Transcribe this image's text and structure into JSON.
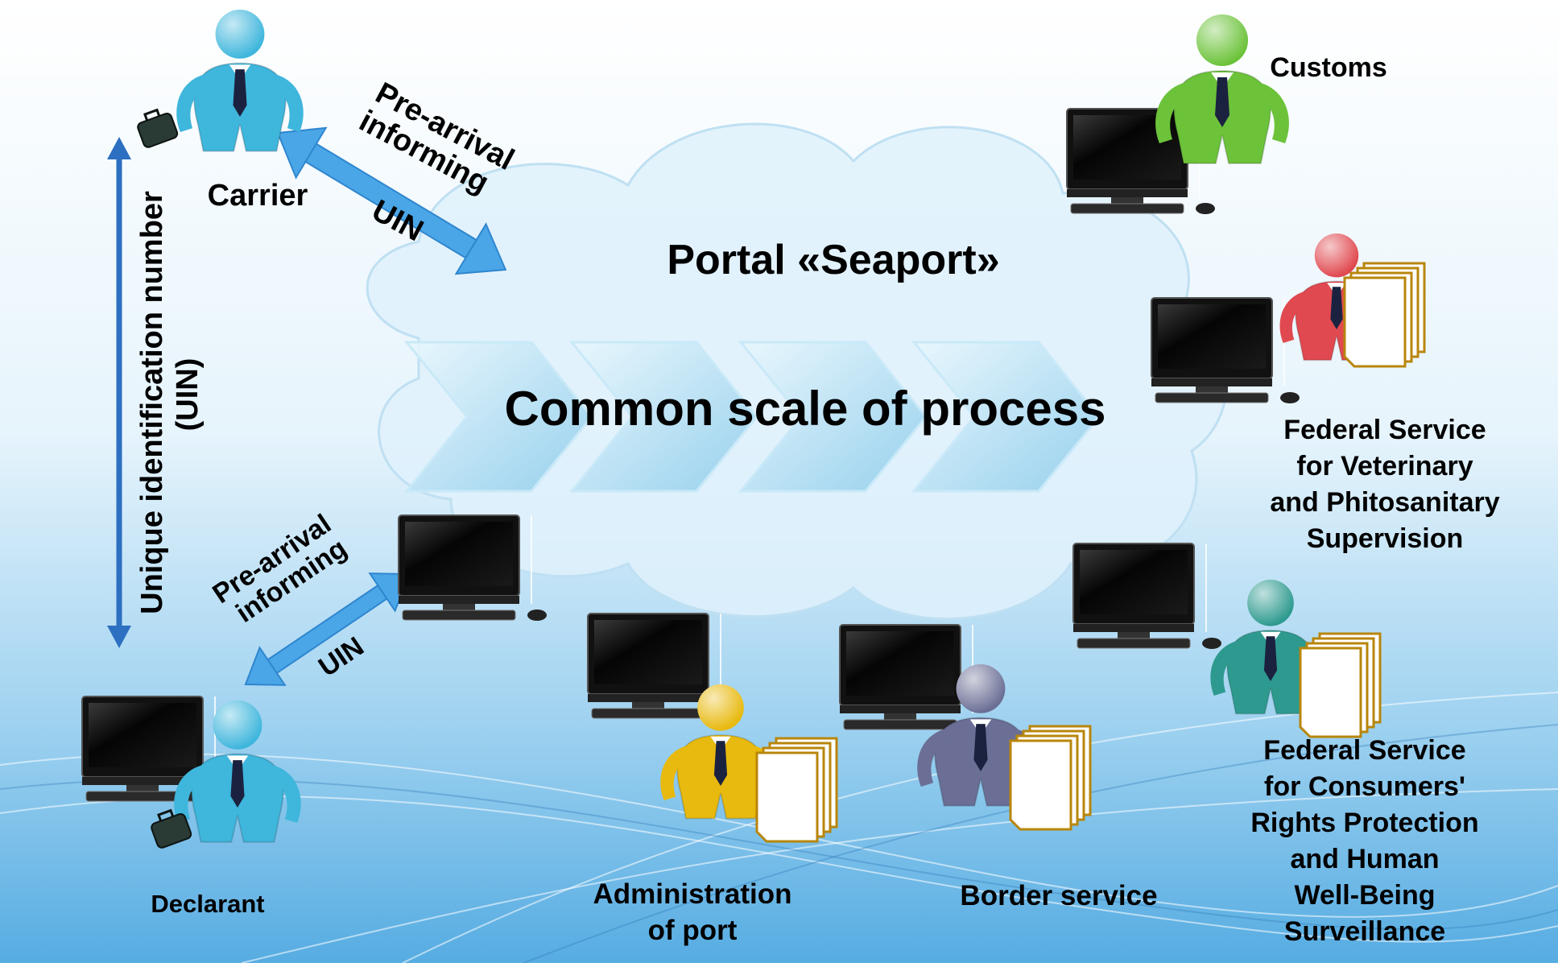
{
  "diagram": {
    "portal_title": "Portal «Seaport»",
    "process_title": "Common scale of process",
    "vertical_arrow_label": [
      "Unique identification number",
      "(UIN)"
    ],
    "carrier_link": {
      "label_lines": [
        "Pre-arrival",
        "informing"
      ],
      "uin": "UIN"
    },
    "declarant_link": {
      "label_lines": [
        "Pre-arrival",
        "informing"
      ],
      "uin": "UIN"
    },
    "actors": {
      "carrier": {
        "label": "Carrier",
        "color": "#3fb6dc"
      },
      "declarant": {
        "label": "Declarant",
        "color": "#3fb6dc"
      },
      "customs": {
        "label": "Customs",
        "color": "#6cc33a"
      },
      "veterinary": {
        "label_lines": [
          "Federal Service",
          "for Veterinary",
          "and Phitosanitary",
          "Supervision"
        ],
        "color": "#e0494f"
      },
      "port": {
        "label_lines": [
          "Administration",
          "of port"
        ],
        "color": "#e8b90e"
      },
      "border": {
        "label": "Border service",
        "color": "#6b6f95"
      },
      "consumers": {
        "label_lines": [
          "Federal Service",
          "for Consumers'",
          "Rights Protection",
          "and Human",
          "Well-Being",
          "Surveillance"
        ],
        "color": "#2e9a8f"
      }
    },
    "colors": {
      "arrow": "#3a9be0",
      "cloud": "#dff1fb",
      "chevron": "#a9dcf3",
      "background_top": "#ffffff",
      "background_bottom": "#5fb3e4"
    }
  }
}
